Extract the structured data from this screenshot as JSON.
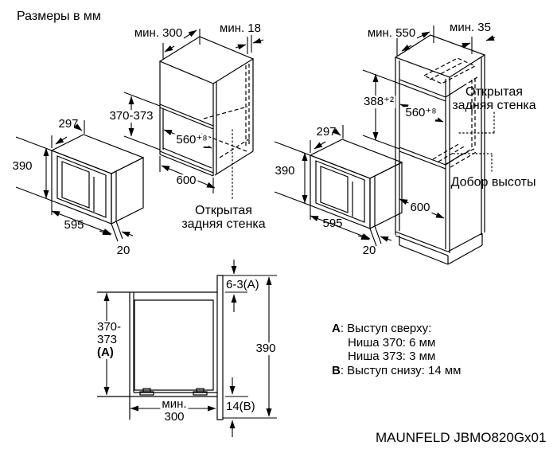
{
  "title": "Размеры в мм",
  "model": "MAUNFELD JBMO820Gx01",
  "microwave": {
    "depth": "297",
    "height": "390",
    "width": "595",
    "frame_depth": "20"
  },
  "wall_cabinet": {
    "min_depth": "мин. 300",
    "min_back_gap": "мин. 18",
    "niche_height": "370-373",
    "niche_width": "560⁺⁸",
    "cabinet_width": "600",
    "open_back": [
      "Открытая",
      "задняя стенка"
    ]
  },
  "tall_cabinet": {
    "min_depth": "мин. 550",
    "min_back_gap": "мин. 35",
    "niche_height": "388⁺²",
    "niche_width": "560⁺⁸",
    "niche_depth": "600",
    "open_back": [
      "Открытая",
      "задняя стенка"
    ],
    "height_filler": "Добор высоты"
  },
  "cross_section": {
    "niche_height": [
      "370-",
      "373",
      "(A)"
    ],
    "top_protrusion": "6-3(A)",
    "front_height": "390",
    "min_depth": [
      "мин.",
      "300"
    ],
    "bottom_protrusion": "14(B)"
  },
  "notes": {
    "a_label": "A",
    "a_text": ": Выступ сверху:",
    "a_items": [
      "Ниша 370: 6 мм",
      "Ниша 373: 3 мм"
    ],
    "b_label": "B",
    "b_text": ": Выступ снизу: 14 мм"
  }
}
